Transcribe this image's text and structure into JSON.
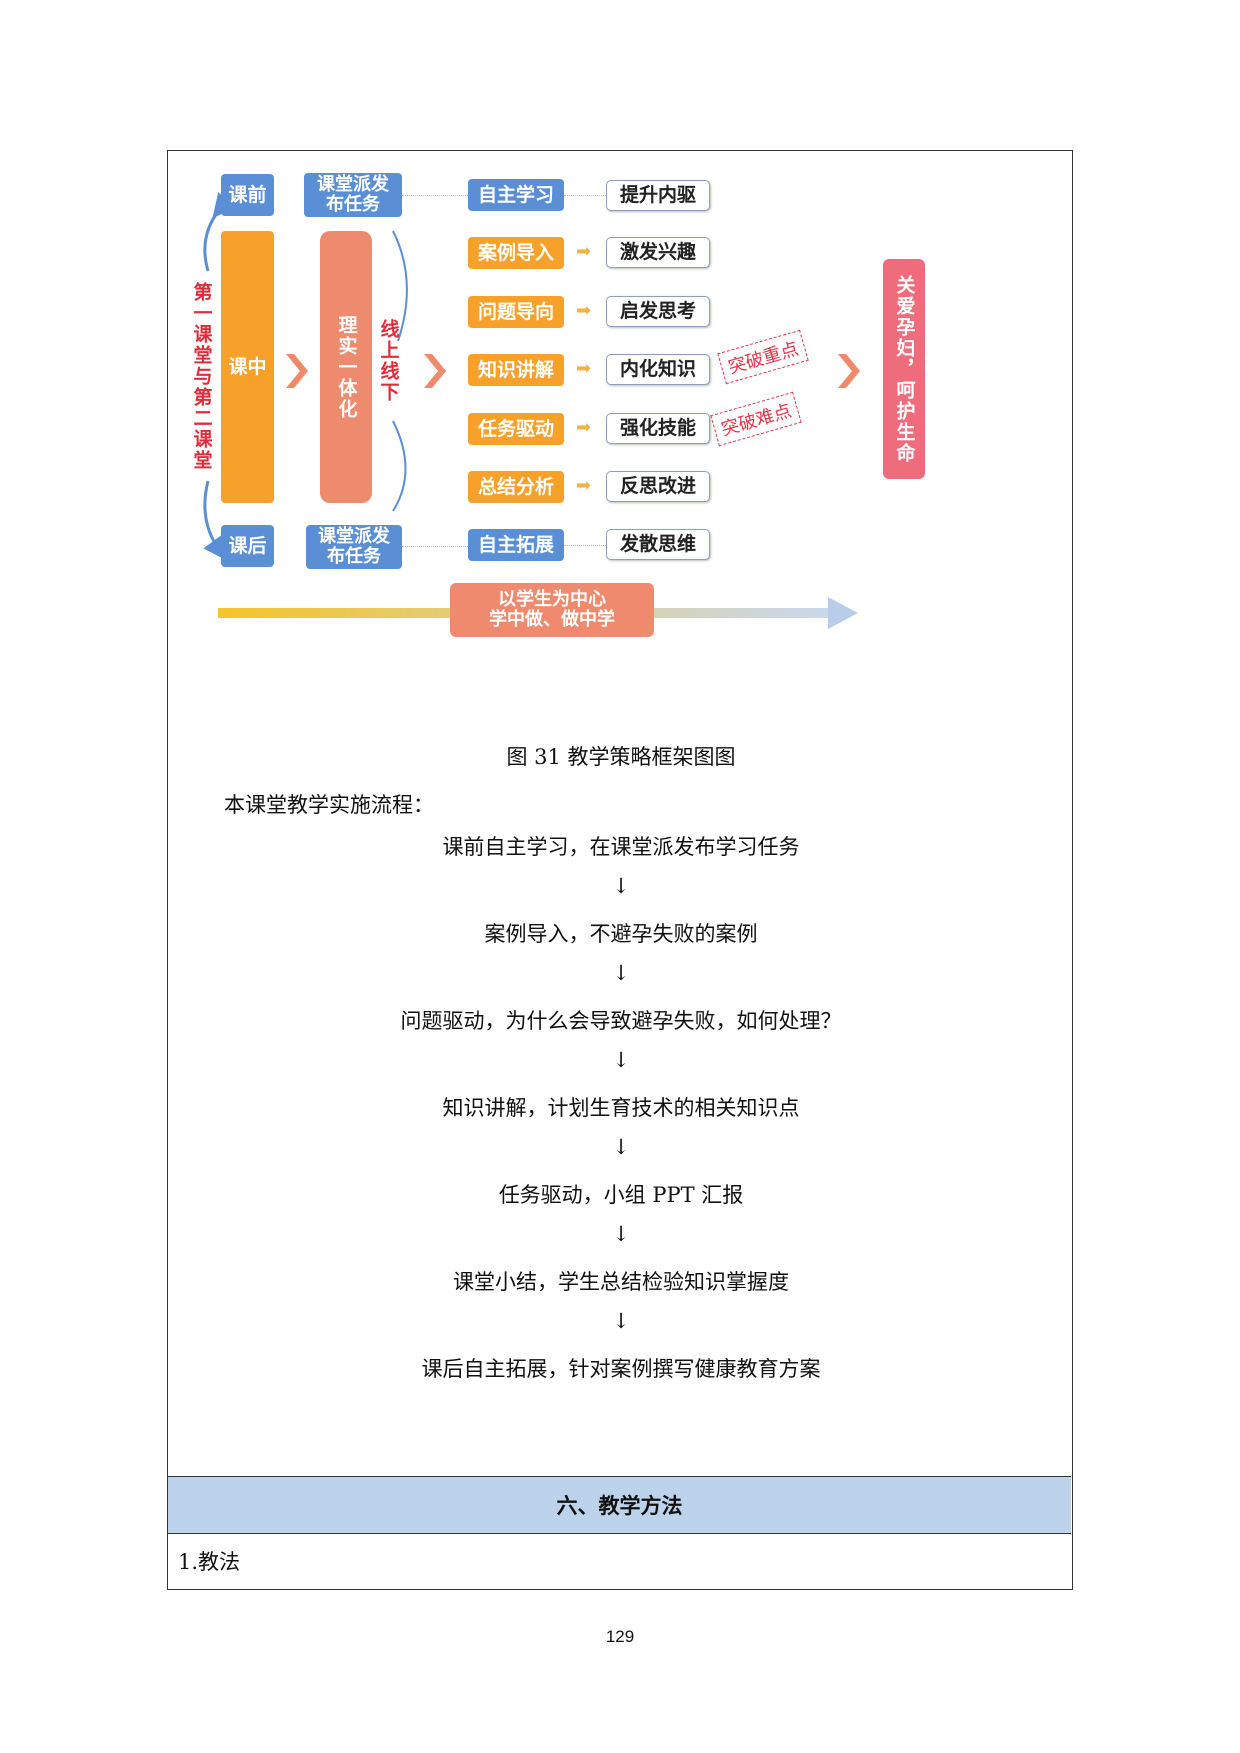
{
  "diagram": {
    "left_column": {
      "before": "课前",
      "during": "课中",
      "after": "课后",
      "side_label": "第一课堂与第二课堂"
    },
    "second_column": {
      "top_task": "课堂派发布任务",
      "middle": "理实一体化",
      "online_offline": "线上线下",
      "bottom_task": "课堂派发布任务"
    },
    "steps": [
      {
        "action": "自主学习",
        "result": "提升内驱"
      },
      {
        "action": "案例导入",
        "result": "激发兴趣"
      },
      {
        "action": "问题导向",
        "result": "启发思考"
      },
      {
        "action": "知识讲解",
        "result": "内化知识"
      },
      {
        "action": "任务驱动",
        "result": "强化技能"
      },
      {
        "action": "总结分析",
        "result": "反思改进"
      },
      {
        "action": "自主拓展",
        "result": "发散思维"
      }
    ],
    "stamps": [
      "突破重点",
      "突破难点"
    ],
    "goal": "关爱孕妇，呵护生命",
    "center_line1": "以学生为中心",
    "center_line2": "学中做、做中学"
  },
  "caption": "图 31  教学策略框架图图",
  "intro": "本课堂教学实施流程：",
  "flow": [
    "课前自主学习，在课堂派发布学习任务",
    "案例导入，不避孕失败的案例",
    "问题驱动，为什么会导致避孕失败，如何处理？",
    "知识讲解，计划生育技术的相关知识点",
    "任务驱动，小组 PPT 汇报",
    "课堂小结，学生总结检验知识掌握度",
    "课后自主拓展，针对案例撰写健康教育方案"
  ],
  "arrow_glyph": "↓",
  "section_title": "六、教学方法",
  "method_label": "1.教法",
  "page_number": "129"
}
